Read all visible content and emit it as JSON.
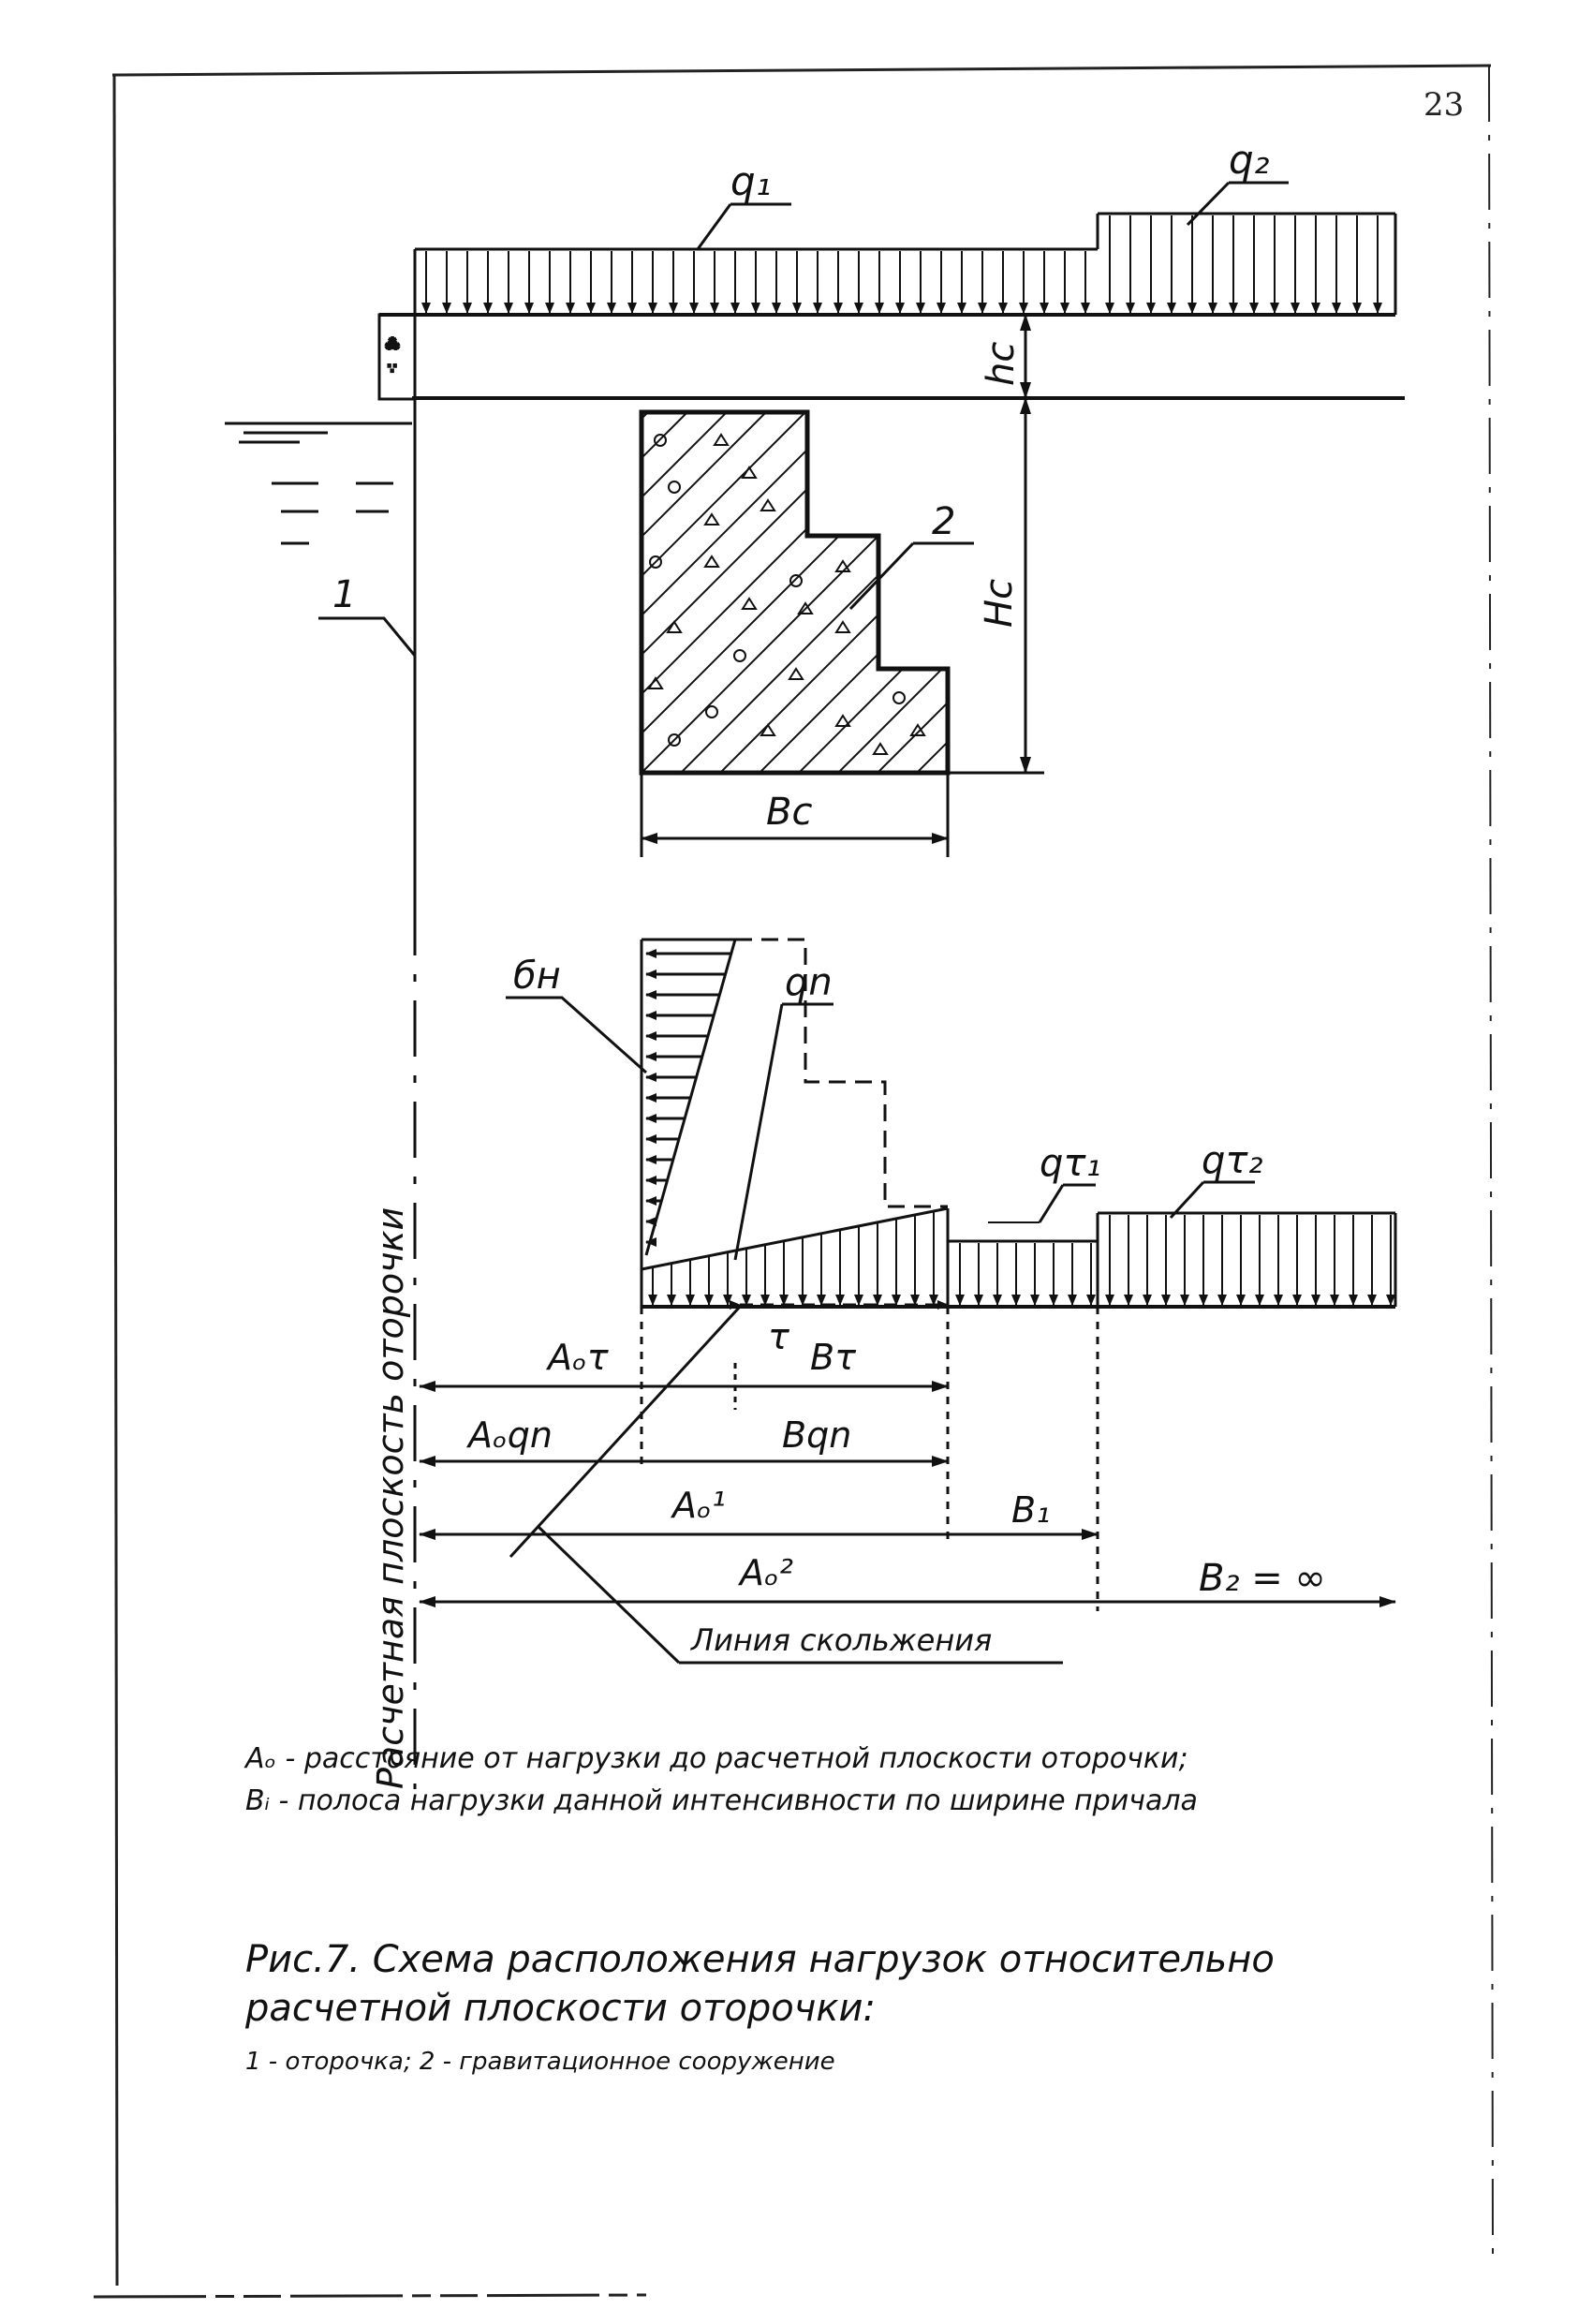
{
  "page": {
    "number": "23"
  },
  "diagram": {
    "labels": {
      "q1": "q₁",
      "q2": "q₂",
      "hc": "hc",
      "Hc": "Hc",
      "Bc": "Bc",
      "item1": "1",
      "item2": "2",
      "sigma_n": "бн",
      "q_n": "qn",
      "q_t1": "qτ₁",
      "q_t2": "qτ₂",
      "tau": "τ",
      "plane_label": "Расчетная плоскость оторочки",
      "A_tau": "Aₒτ",
      "B_tau": "Bτ",
      "A_qn": "Aₒqn",
      "B_qn": "Bqn",
      "A_1": "Aₒ¹",
      "B_1": "B₁",
      "A_2": "Aₒ²",
      "B_inf": "B₂ = ∞",
      "slip_line": "Линия скольжения"
    }
  },
  "legend": {
    "line1": "Аₒ - расстояние от нагрузки до расчетной плоскости оторочки;",
    "line2": "Bᵢ - полоса нагрузки данной интенсивности по ширине причала"
  },
  "caption": {
    "title": "Рис.7. Схема расположения нагрузок относительно\nрасчетной плоскости оторочки:",
    "items": "1 - оторочка;  2 - гравитационное сооружение"
  }
}
